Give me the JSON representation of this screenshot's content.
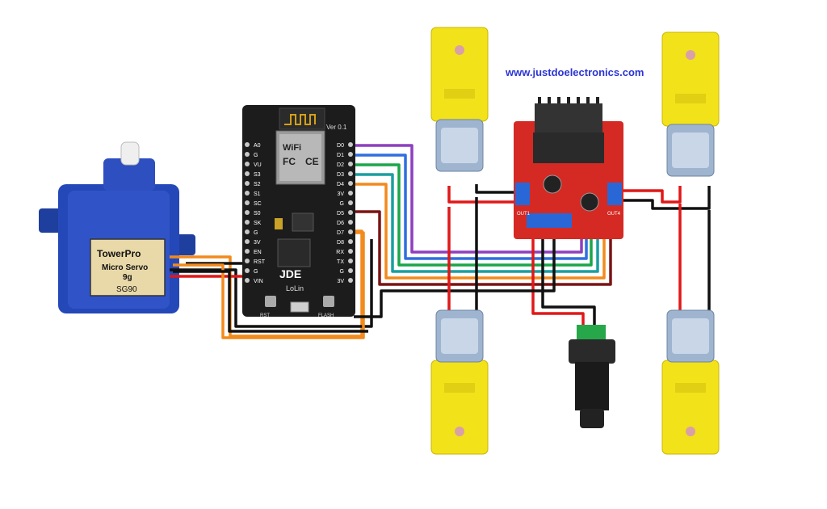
{
  "watermark": "www.justdoelectronics.com",
  "servo": {
    "brand": "TowerPro",
    "model_line1": "Micro Servo",
    "model_line2": "9g",
    "model": "SG90"
  },
  "nodemcu": {
    "version": "Ver 0.1",
    "logo": "JDE",
    "maker": "LoLin",
    "wifi": "WiFi",
    "fcc": "FC",
    "ce": "CE",
    "left_pins": [
      "A0",
      "G",
      "VU",
      "S3",
      "S2",
      "S1",
      "SC",
      "S0",
      "SK",
      "G",
      "3V",
      "EN",
      "RST",
      "G",
      "VIN"
    ],
    "right_pins": [
      "D0",
      "D1",
      "D2",
      "D3",
      "D4",
      "3V",
      "G",
      "D5",
      "D6",
      "D7",
      "D8",
      "RX",
      "TX",
      "G",
      "3V"
    ],
    "buttons": [
      "RST",
      "FLASH"
    ]
  },
  "driver": {
    "out_left": "OUT1",
    "out_right": "OUT4"
  },
  "colors": {
    "wire_purple": "#8e3fbf",
    "wire_blue": "#2f6fe0",
    "wire_green": "#1aa64a",
    "wire_teal": "#1a9ea0",
    "wire_orange": "#f28a1c",
    "wire_darkred": "#7a1414",
    "wire_red": "#e01818",
    "wire_black": "#111111",
    "motor_yellow": "#f2e21a",
    "board_black": "#1c1c1c",
    "driver_red": "#d42a23",
    "watermark_blue": "#2b35d4"
  }
}
